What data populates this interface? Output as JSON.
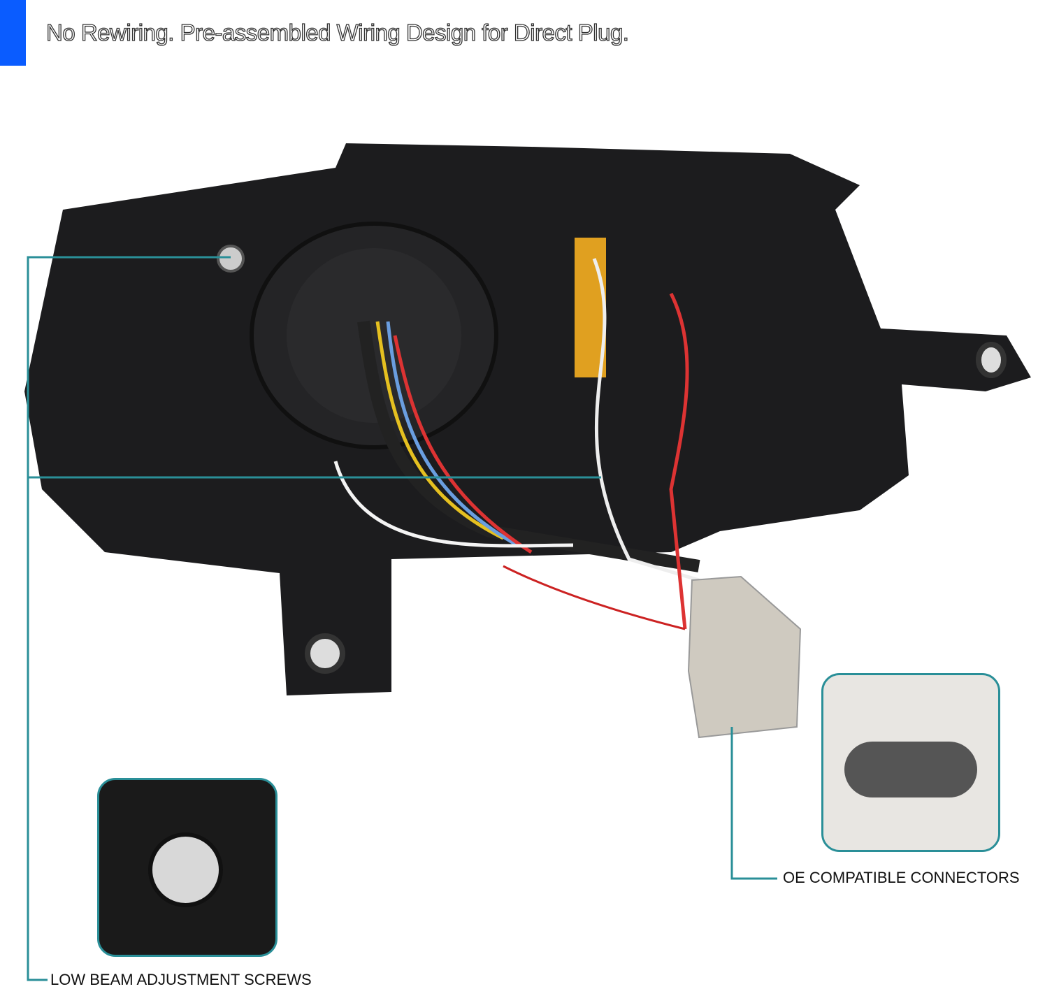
{
  "headline": "No Rewiring. Pre-assembled Wiring Design for Direct Plug.",
  "callouts": {
    "low_beam": "LOW BEAM ADJUSTMENT SCREWS",
    "connectors": "OE COMPATIBLE CONNECTORS"
  },
  "colors": {
    "accent": "#0a5cff",
    "callout_line": "#2a8f98",
    "housing": "#1c1c1e"
  }
}
